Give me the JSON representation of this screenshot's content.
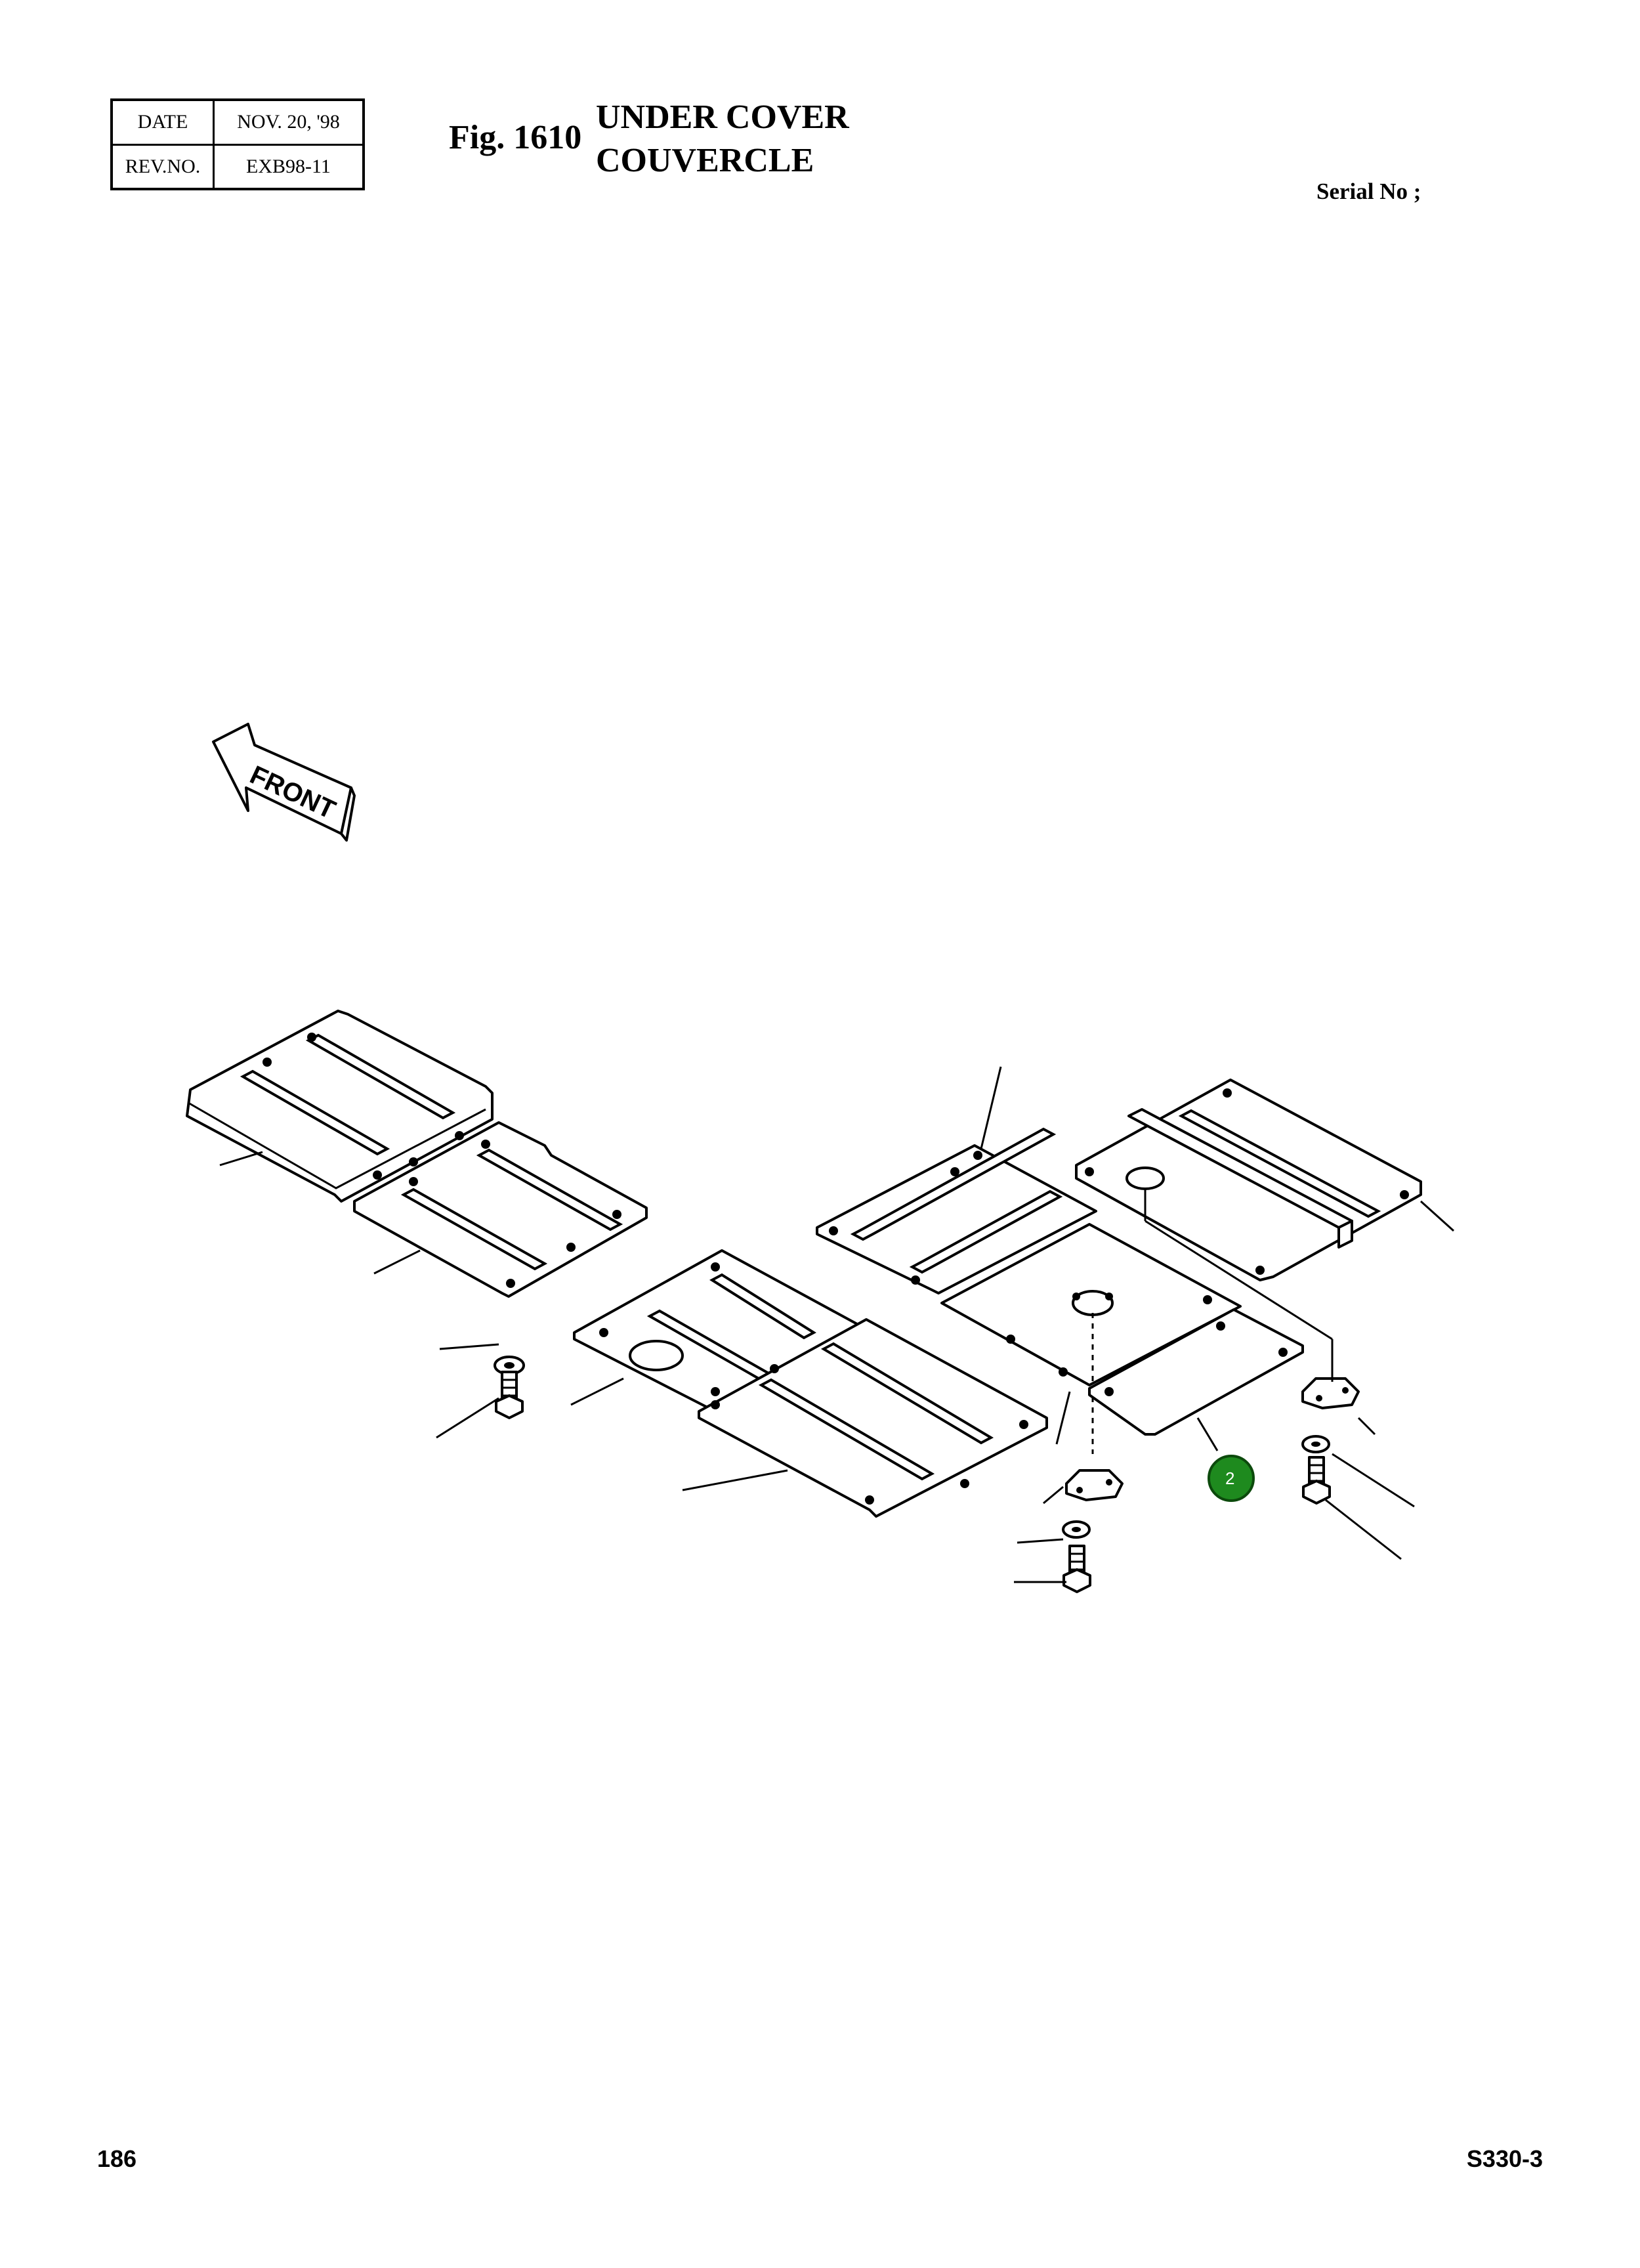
{
  "header": {
    "date_label": "DATE",
    "date_value": "NOV. 20, '98",
    "rev_label": "REV.NO.",
    "rev_value": "EXB98-11",
    "fig_number": "Fig. 1610",
    "title_en": "UNDER COVER",
    "title_fr": "COUVERCLE",
    "serial_label": "Serial No ;"
  },
  "diagram": {
    "front_arrow_label": "FRONT",
    "callout_number": "2",
    "callout_color": "#1e8a1e"
  },
  "footer": {
    "page_number": "186",
    "model": "S330-3"
  }
}
